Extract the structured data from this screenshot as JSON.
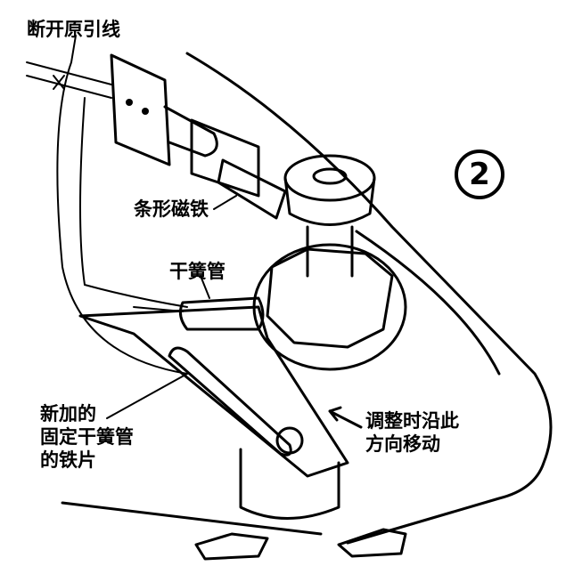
{
  "figure": {
    "number": "2",
    "labels": {
      "cut_lead": "断开原引线",
      "bar_magnet": "条形磁铁",
      "reed_switch": "干簧管",
      "new_plate": "新加的\n固定干簧管\n的铁片",
      "adjust_direction": "调整时沿此\n方向移动"
    }
  }
}
